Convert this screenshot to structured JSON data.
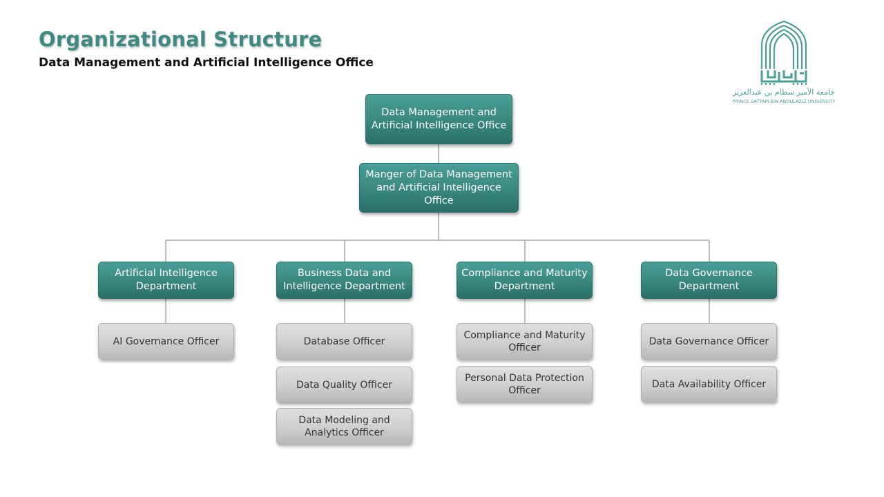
{
  "header": {
    "title": "Organizational Structure",
    "subtitle": "Data Management and Artificial Intelligence Office"
  },
  "logo": {
    "arabic_text": "جامعة الأمير سطام بن عبدالعزيز",
    "english_text": "PRINCE SATTAM BIN ABDULAZIZ UNIVERSITY",
    "color": "#4a9d95"
  },
  "colors": {
    "title": "#3e8a82",
    "teal_box": "#3a8a81",
    "gray_box": "#cfcfcf",
    "connector": "#a6a6a6"
  },
  "org": {
    "office": "Data Management and Artificial Intelligence Office",
    "manager": "Manger of Data Management and Artificial Intelligence Office",
    "departments": [
      {
        "name": "Artificial Intelligence Department",
        "officers": [
          "AI Governance Officer"
        ]
      },
      {
        "name": "Business Data and Intelligence Department",
        "officers": [
          "Database Officer",
          "Data Quality Officer",
          "Data Modeling and Analytics Officer"
        ]
      },
      {
        "name": "Compliance and Maturity Department",
        "officers": [
          "Compliance and Maturity Officer",
          "Personal Data Protection Officer"
        ]
      },
      {
        "name": "Data Governance Department",
        "officers": [
          "Data Governance Officer",
          "Data Availability Officer"
        ]
      }
    ]
  }
}
